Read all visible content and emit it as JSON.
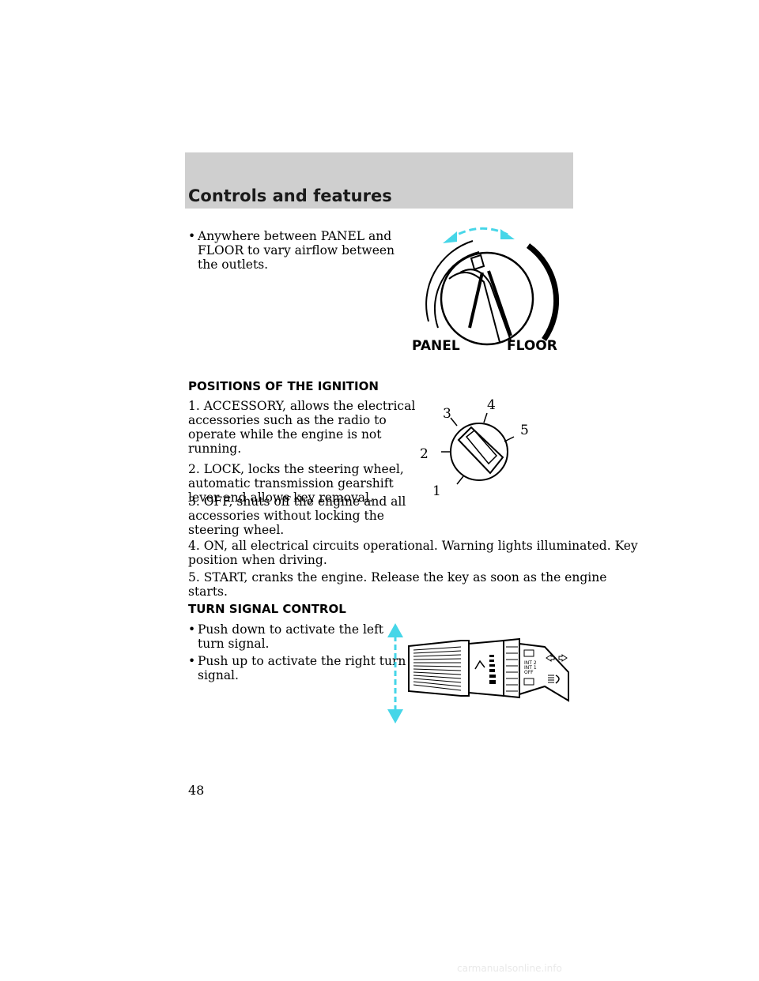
{
  "header": {
    "title": "Controls and features"
  },
  "vent_section": {
    "bullet": "•",
    "lines": [
      "Anywhere between PANEL and",
      "FLOOR to vary airflow between",
      "the outlets."
    ]
  },
  "vent_figure": {
    "label_left": "PANEL",
    "label_right": "FLOOR",
    "arrow_color": "#46d6e8"
  },
  "ignition_section": {
    "heading": "POSITIONS OF THE IGNITION",
    "items": [
      {
        "lines": [
          "1. ACCESSORY, allows the electrical",
          "accessories such as the radio to",
          "operate while the engine is not",
          "running."
        ]
      },
      {
        "lines": [
          "2. LOCK, locks the steering wheel,",
          "automatic transmission gearshift",
          "lever and allows key removal."
        ]
      },
      {
        "lines": [
          "3. OFF, shuts off the engine and all",
          "accessories without locking the",
          "steering wheel."
        ]
      },
      {
        "lines": [
          "4. ON, all electrical circuits operational. Warning lights illuminated. Key",
          "position when driving."
        ]
      },
      {
        "lines": [
          "5. START, cranks the engine. Release the key as soon as the engine",
          "starts."
        ]
      }
    ]
  },
  "ignition_figure": {
    "labels": [
      "1",
      "2",
      "3",
      "4",
      "5"
    ]
  },
  "turn_section": {
    "heading": "TURN SIGNAL CONTROL",
    "bullet": "•",
    "bullets": [
      {
        "lines": [
          "Push down to activate the left",
          "turn signal."
        ]
      },
      {
        "lines": [
          "Push up to activate the right turn",
          "signal."
        ]
      }
    ]
  },
  "stalk_figure": {
    "labels": [
      "INT 2",
      "INT 1",
      "OFF"
    ],
    "arrow_color": "#46d6e8"
  },
  "page_number": "48",
  "footer": {
    "watermark": "carmanualsonline.info"
  }
}
